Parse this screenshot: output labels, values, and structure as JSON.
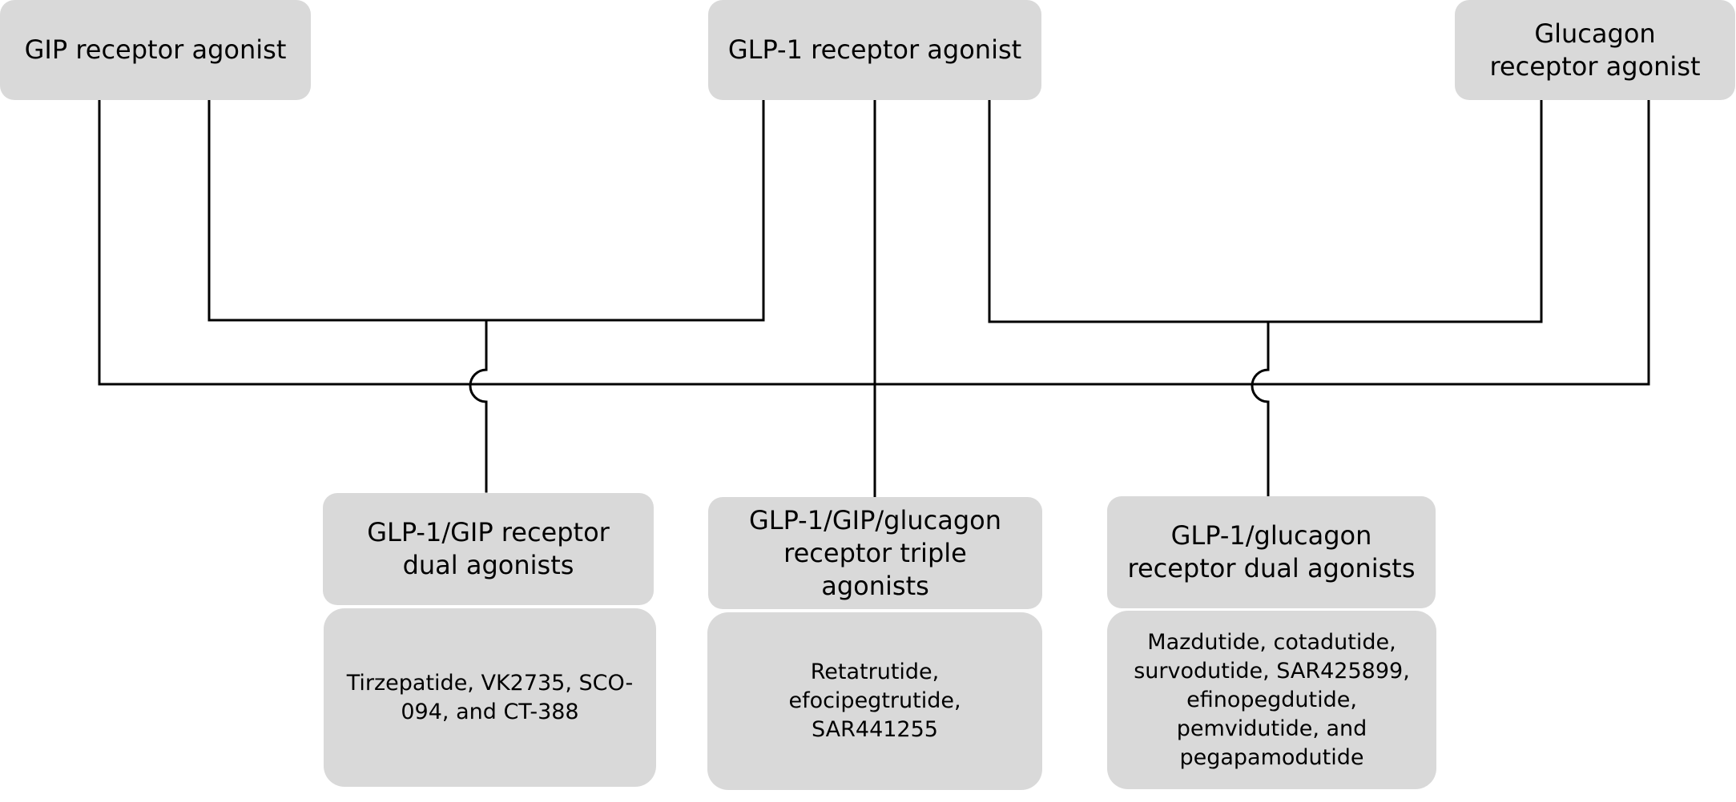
{
  "sources": {
    "gip": "GIP receptor agonist",
    "glp1": "GLP-1 receptor agonist",
    "glucagon": "Glucagon receptor agonist"
  },
  "combinations": [
    {
      "title": "GLP-1/GIP receptor dual agonists",
      "examples": "Tirzepatide, VK2735, SCO-094, and CT-388"
    },
    {
      "title": "GLP-1/GIP/glucagon receptor triple agonists",
      "examples": "Retatrutide, efocipegtrutide, SAR441255"
    },
    {
      "title": "GLP-1/glucagon receptor dual agonists",
      "examples": "Mazdutide, cotadutide, survodutide, SAR425899, efinopegdutide, pemvidutide, and pegapamodutide"
    }
  ],
  "colors": {
    "box_fill": "#d9d9d9",
    "line": "#000000",
    "background": "#ffffff"
  }
}
